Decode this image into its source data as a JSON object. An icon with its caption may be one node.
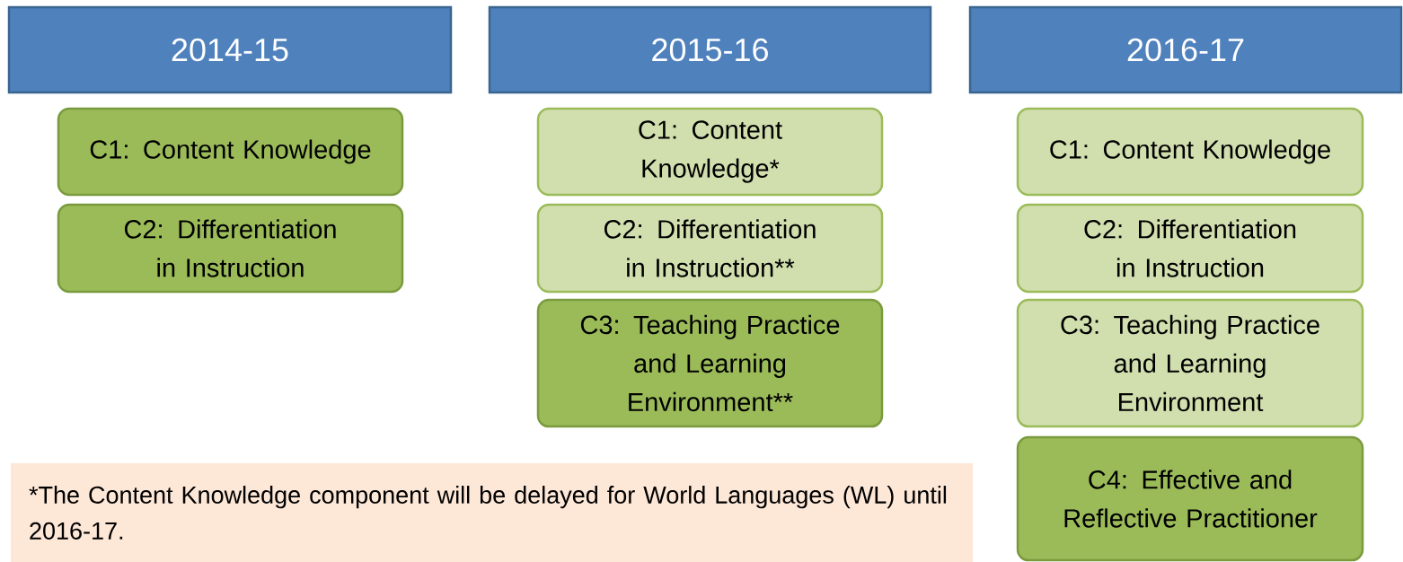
{
  "diagram": {
    "nodes": [
      {
        "text": [
          "2014-15"
        ]
      },
      {
        "text": [
          "2015-16"
        ]
      },
      {
        "text": [
          "2016-17"
        ]
      },
      {
        "text": [
          "C1: Content Knowledge"
        ]
      },
      {
        "text": [
          "C2: Differentiation in Instruction"
        ]
      },
      {
        "text": [
          "C1: Content Knowledge*"
        ]
      },
      {
        "text": [
          "C2: Differentiation in Instruction**"
        ]
      },
      {
        "text": [
          "C3: Teaching Practice and Learning Environment**"
        ]
      },
      {
        "text": [
          "C1: Content Knowledge"
        ]
      },
      {
        "text": [
          "C2: Differentiation in Instruction"
        ]
      },
      {
        "text": [
          "C3: Teaching Practice and Learning Environment"
        ]
      },
      {
        "text": [
          "C4: Effective and Reflective Practitioner"
        ]
      },
      {
        "text": [
          "*The Content Knowledge component will be delayed for World Languages (WL) until 2016-17."
        ]
      }
    ]
  }
}
